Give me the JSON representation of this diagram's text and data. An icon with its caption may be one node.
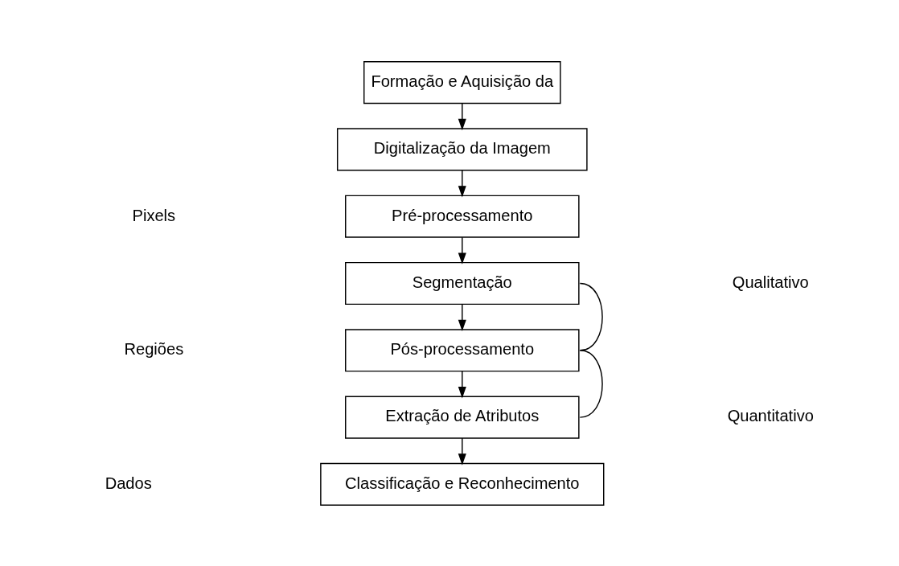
{
  "diagram": {
    "nodes": [
      {
        "text": [
          "Formação e Aquisição da"
        ]
      },
      {
        "text": [
          "Digitalização da Imagem"
        ]
      },
      {
        "text": [
          "Pré-processamento"
        ]
      },
      {
        "text": [
          "Segmentação"
        ]
      },
      {
        "text": [
          "Pós-processamento"
        ]
      },
      {
        "text": [
          "Extração de Atributos"
        ]
      },
      {
        "text": [
          "Classificação e Reconhecimento"
        ]
      }
    ],
    "edges": [
      {
        "from": 0,
        "to": 1,
        "arrow": "to"
      },
      {
        "from": 1,
        "to": 2,
        "arrow": "to"
      },
      {
        "from": 2,
        "to": 3,
        "arrow": "to"
      },
      {
        "from": 3,
        "to": 4,
        "arrow": "to"
      },
      {
        "from": 4,
        "to": 5,
        "arrow": "to"
      },
      {
        "from": 5,
        "to": 6,
        "arrow": "to"
      },
      {
        "from": 3,
        "to": 4,
        "arrow": "none"
      },
      {
        "from": 4,
        "to": 5,
        "arrow": "none"
      }
    ],
    "labels": [
      "Pixels",
      "Qualitativo",
      "Regiões",
      "Quantitativo",
      "Dados"
    ]
  }
}
